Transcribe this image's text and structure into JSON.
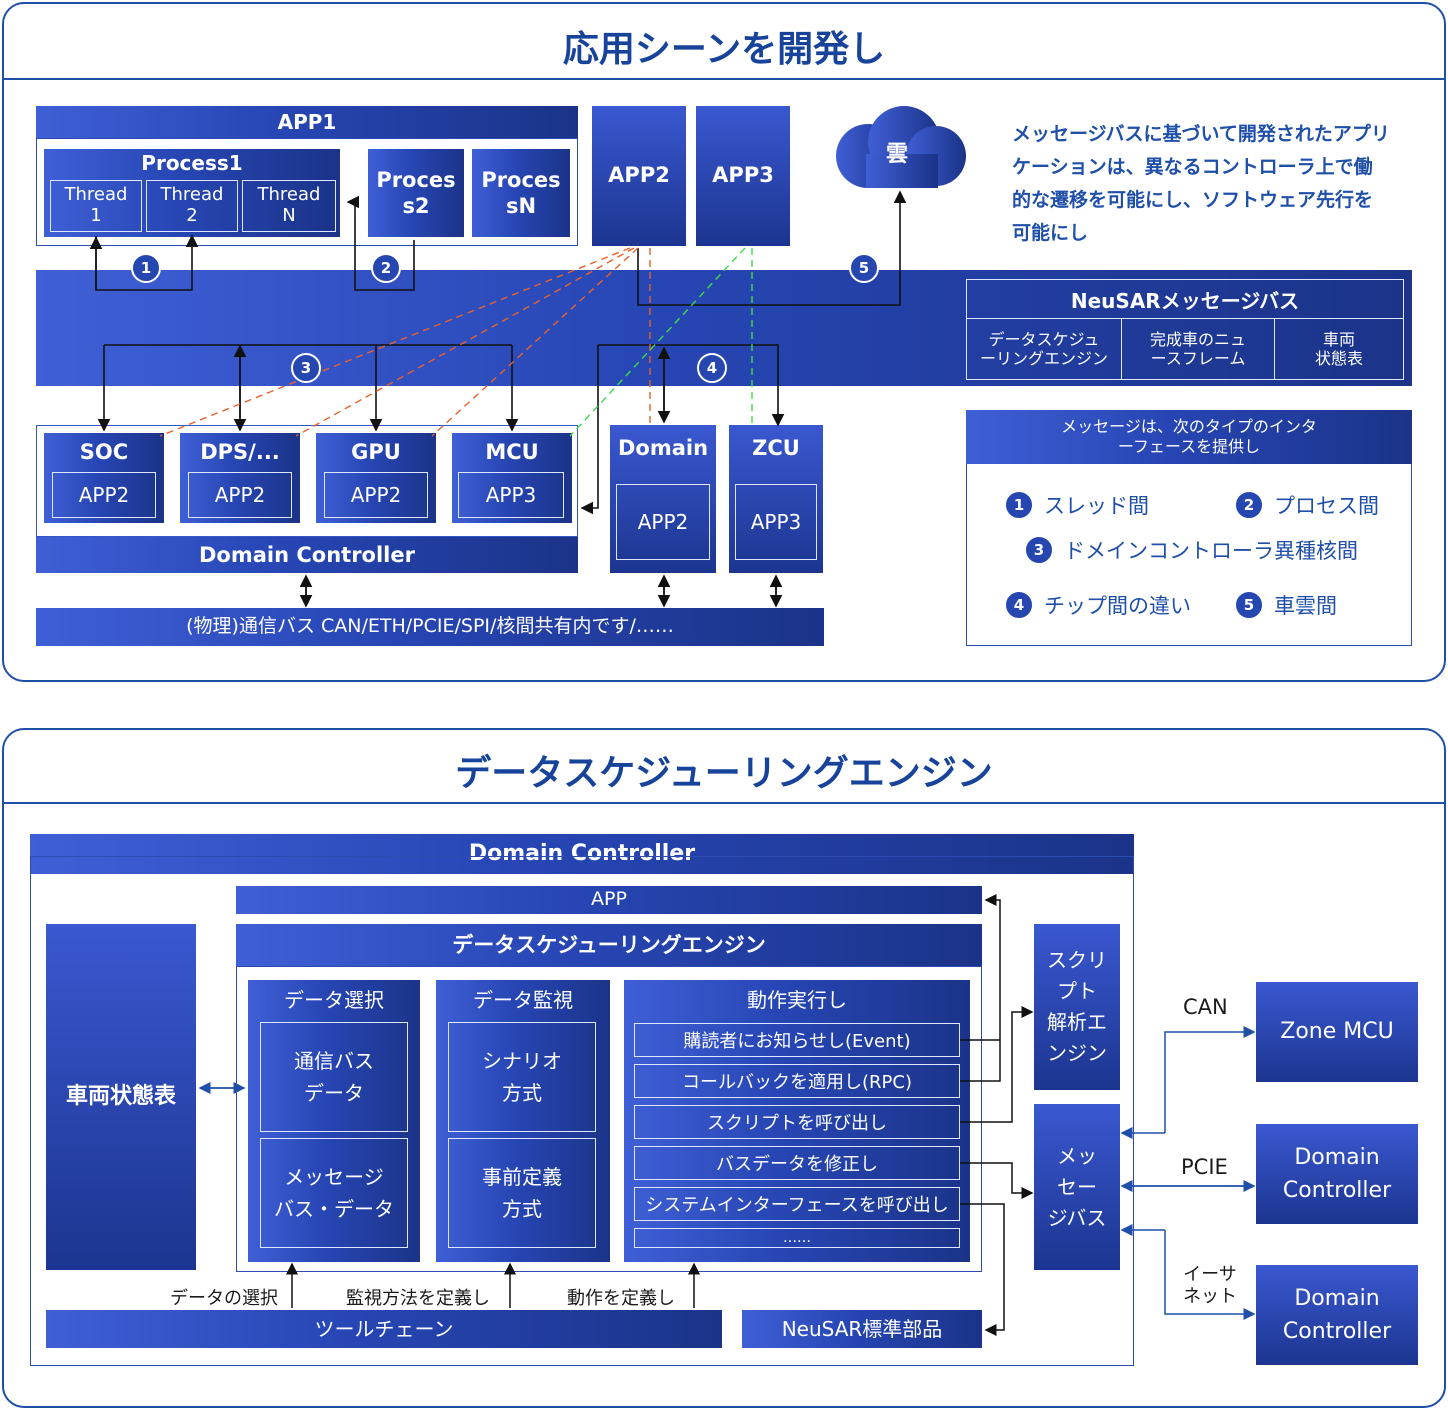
{
  "panel1": {
    "title": "応用シーンを開発し",
    "app1": "APP1",
    "process1": "Process1",
    "thread1": "Thread\n1",
    "thread2": "Thread\n2",
    "threadN": "Thread\nN",
    "process2": "Proces\ns2",
    "processN": "Proces\nsN",
    "app2": "APP2",
    "app3": "APP3",
    "cloud": "雲",
    "description": "メッセージバスに基づいて開発されたアプリケーションは、異なるコントローラ上で働的な遷移を可能にし、ソフトウェア先行を可能にし",
    "bus_title": "NeuSARメッセージバス",
    "bus_cells": [
      "データスケジュ\nーリングエンジン",
      "完成車のニュ\nースフレーム",
      "車両\n状態表"
    ],
    "chips": [
      {
        "name": "SOC",
        "app": "APP2"
      },
      {
        "name": "DPS/...",
        "app": "APP2"
      },
      {
        "name": "GPU",
        "app": "APP2"
      },
      {
        "name": "MCU",
        "app": "APP3"
      }
    ],
    "domain_box": {
      "name": "Domain",
      "app": "APP2"
    },
    "zcu_box": {
      "name": "ZCU",
      "app": "APP3"
    },
    "domain_controller": "Domain Controller",
    "phys_bus": "(物理)通信バス CAN/ETH/PCIE/SPI/核間共有内です/……",
    "numbers": [
      "1",
      "2",
      "3",
      "4",
      "5"
    ],
    "legend_title": "メッセージは、次のタイプのインタ\nーフェースを提供し",
    "legend_items": [
      {
        "num": "1",
        "label": "スレッド間"
      },
      {
        "num": "2",
        "label": "プロセス間"
      },
      {
        "num": "3",
        "label": "ドメインコントローラ異種核間"
      },
      {
        "num": "4",
        "label": "チップ間の違い"
      },
      {
        "num": "5",
        "label": "車雲間"
      }
    ]
  },
  "panel2": {
    "title": "データスケジューリングエンジン",
    "domain_controller": "Domain Controller",
    "app": "APP",
    "engine": "データスケジューリングエンジン",
    "vehicle_state": "車両状態表",
    "data_select": {
      "title": "データ選択",
      "items": [
        "通信バス\nデータ",
        "メッセージ\nバス・データ"
      ]
    },
    "data_monitor": {
      "title": "データ監視",
      "items": [
        "シナリオ\n方式",
        "事前定義\n方式"
      ]
    },
    "action": {
      "title": "動作実行し",
      "items": [
        "購読者にお知らせし(Event)",
        "コールバックを適用し(RPC)",
        "スクリプトを呼び出し",
        "バスデータを修正し",
        "システムインターフェースを呼び出し",
        "……"
      ]
    },
    "script_engine": "スクリ\nプト\n解析エ\nンジン",
    "message_bus": "メッ\nセー\nジバス",
    "toolchain": "ツールチェーン",
    "neusar_parts": "NeuSAR標準部品",
    "label_select": "データの選択",
    "label_monitor": "監視方法を定義し",
    "label_action": "動作を定義し",
    "can": "CAN",
    "pcie": "PCIE",
    "ethernet": "イーサ\nネット",
    "zone_mcu": "Zone MCU",
    "domain_controller_a": "Domain\nController",
    "domain_controller_b": "Domain\nController"
  }
}
